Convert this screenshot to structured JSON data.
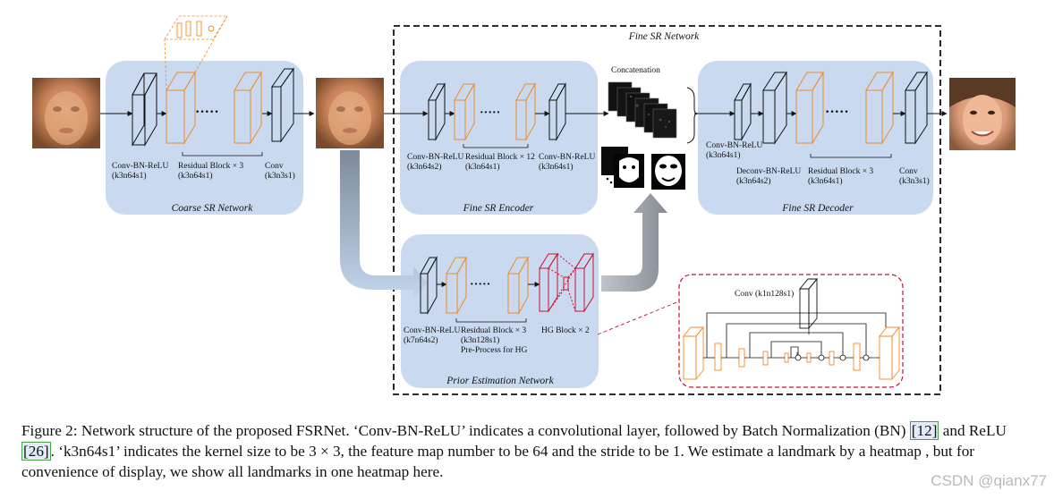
{
  "diagram": {
    "fine_sr_network_title": "Fine SR Network",
    "coarse": {
      "title": "Coarse SR Network",
      "label_conv_bn_relu": "Conv-BN-ReLU",
      "label_conv_bn_relu_params": "(k3n64s1)",
      "label_residual": "Residual Block × 3",
      "label_residual_params": "(k3n64s1)",
      "label_conv": "Conv",
      "label_conv_params": "(k3n3s1)"
    },
    "encoder": {
      "title": "Fine SR Encoder",
      "label_conv1": "Conv-BN-ReLU",
      "label_conv1_params": "(k3n64s2)",
      "label_residual": "Residual Block × 12",
      "label_residual_params": "(k3n64s1)",
      "label_conv2": "Conv-BN-ReLU",
      "label_conv2_params": "(k3n64s1)"
    },
    "concatenation_label": "Concatenation",
    "decoder": {
      "title": "Fine SR Decoder",
      "label_conv1": "Conv-BN-ReLU",
      "label_conv1_params": "(k3n64s1)",
      "label_deconv": "Deconv-BN-ReLU",
      "label_deconv_params": "(k3n64s2)",
      "label_residual": "Residual Block × 3",
      "label_residual_params": "(k3n64s1)",
      "label_conv": "Conv",
      "label_conv_params": "(k3n3s1)"
    },
    "prior": {
      "title": "Prior Estimation Network",
      "label_conv": "Conv-BN-ReLU",
      "label_conv_params": "(k7n64s2)",
      "label_residual": "Residual Block × 3",
      "label_residual_params": "(k3n128s1)",
      "label_preprocess": "Pre-Process for HG",
      "label_hg": "HG Block × 2"
    },
    "hg_detail": {
      "label_conv": "Conv (k1n128s1)"
    },
    "ellipsis": "·····",
    "colors": {
      "module_bg": "#c9daf0",
      "orange": "#f08a24",
      "red": "#c8102e",
      "arrow_gray": "#8f9297",
      "arrow_blue": "#a9c3e3"
    }
  },
  "caption": {
    "figure_label": "Figure 2:",
    "text_1": " Network structure of the proposed FSRNet. ‘Conv-BN-ReLU’ indicates a convolutional layer, followed by Batch Normalization (BN) ",
    "ref_1": "[12]",
    "text_2": " and ReLU ",
    "ref_2": "[26]",
    "text_3": ". ‘k3n64s1’ indicates the kernel size to be 3 × 3, the feature map number to be 64 and the stride to be 1.  We estimate a landmark by a heatmap , but for convenience of display, we show all landmarks in one heatmap here."
  },
  "watermark": "CSDN @qianx77"
}
